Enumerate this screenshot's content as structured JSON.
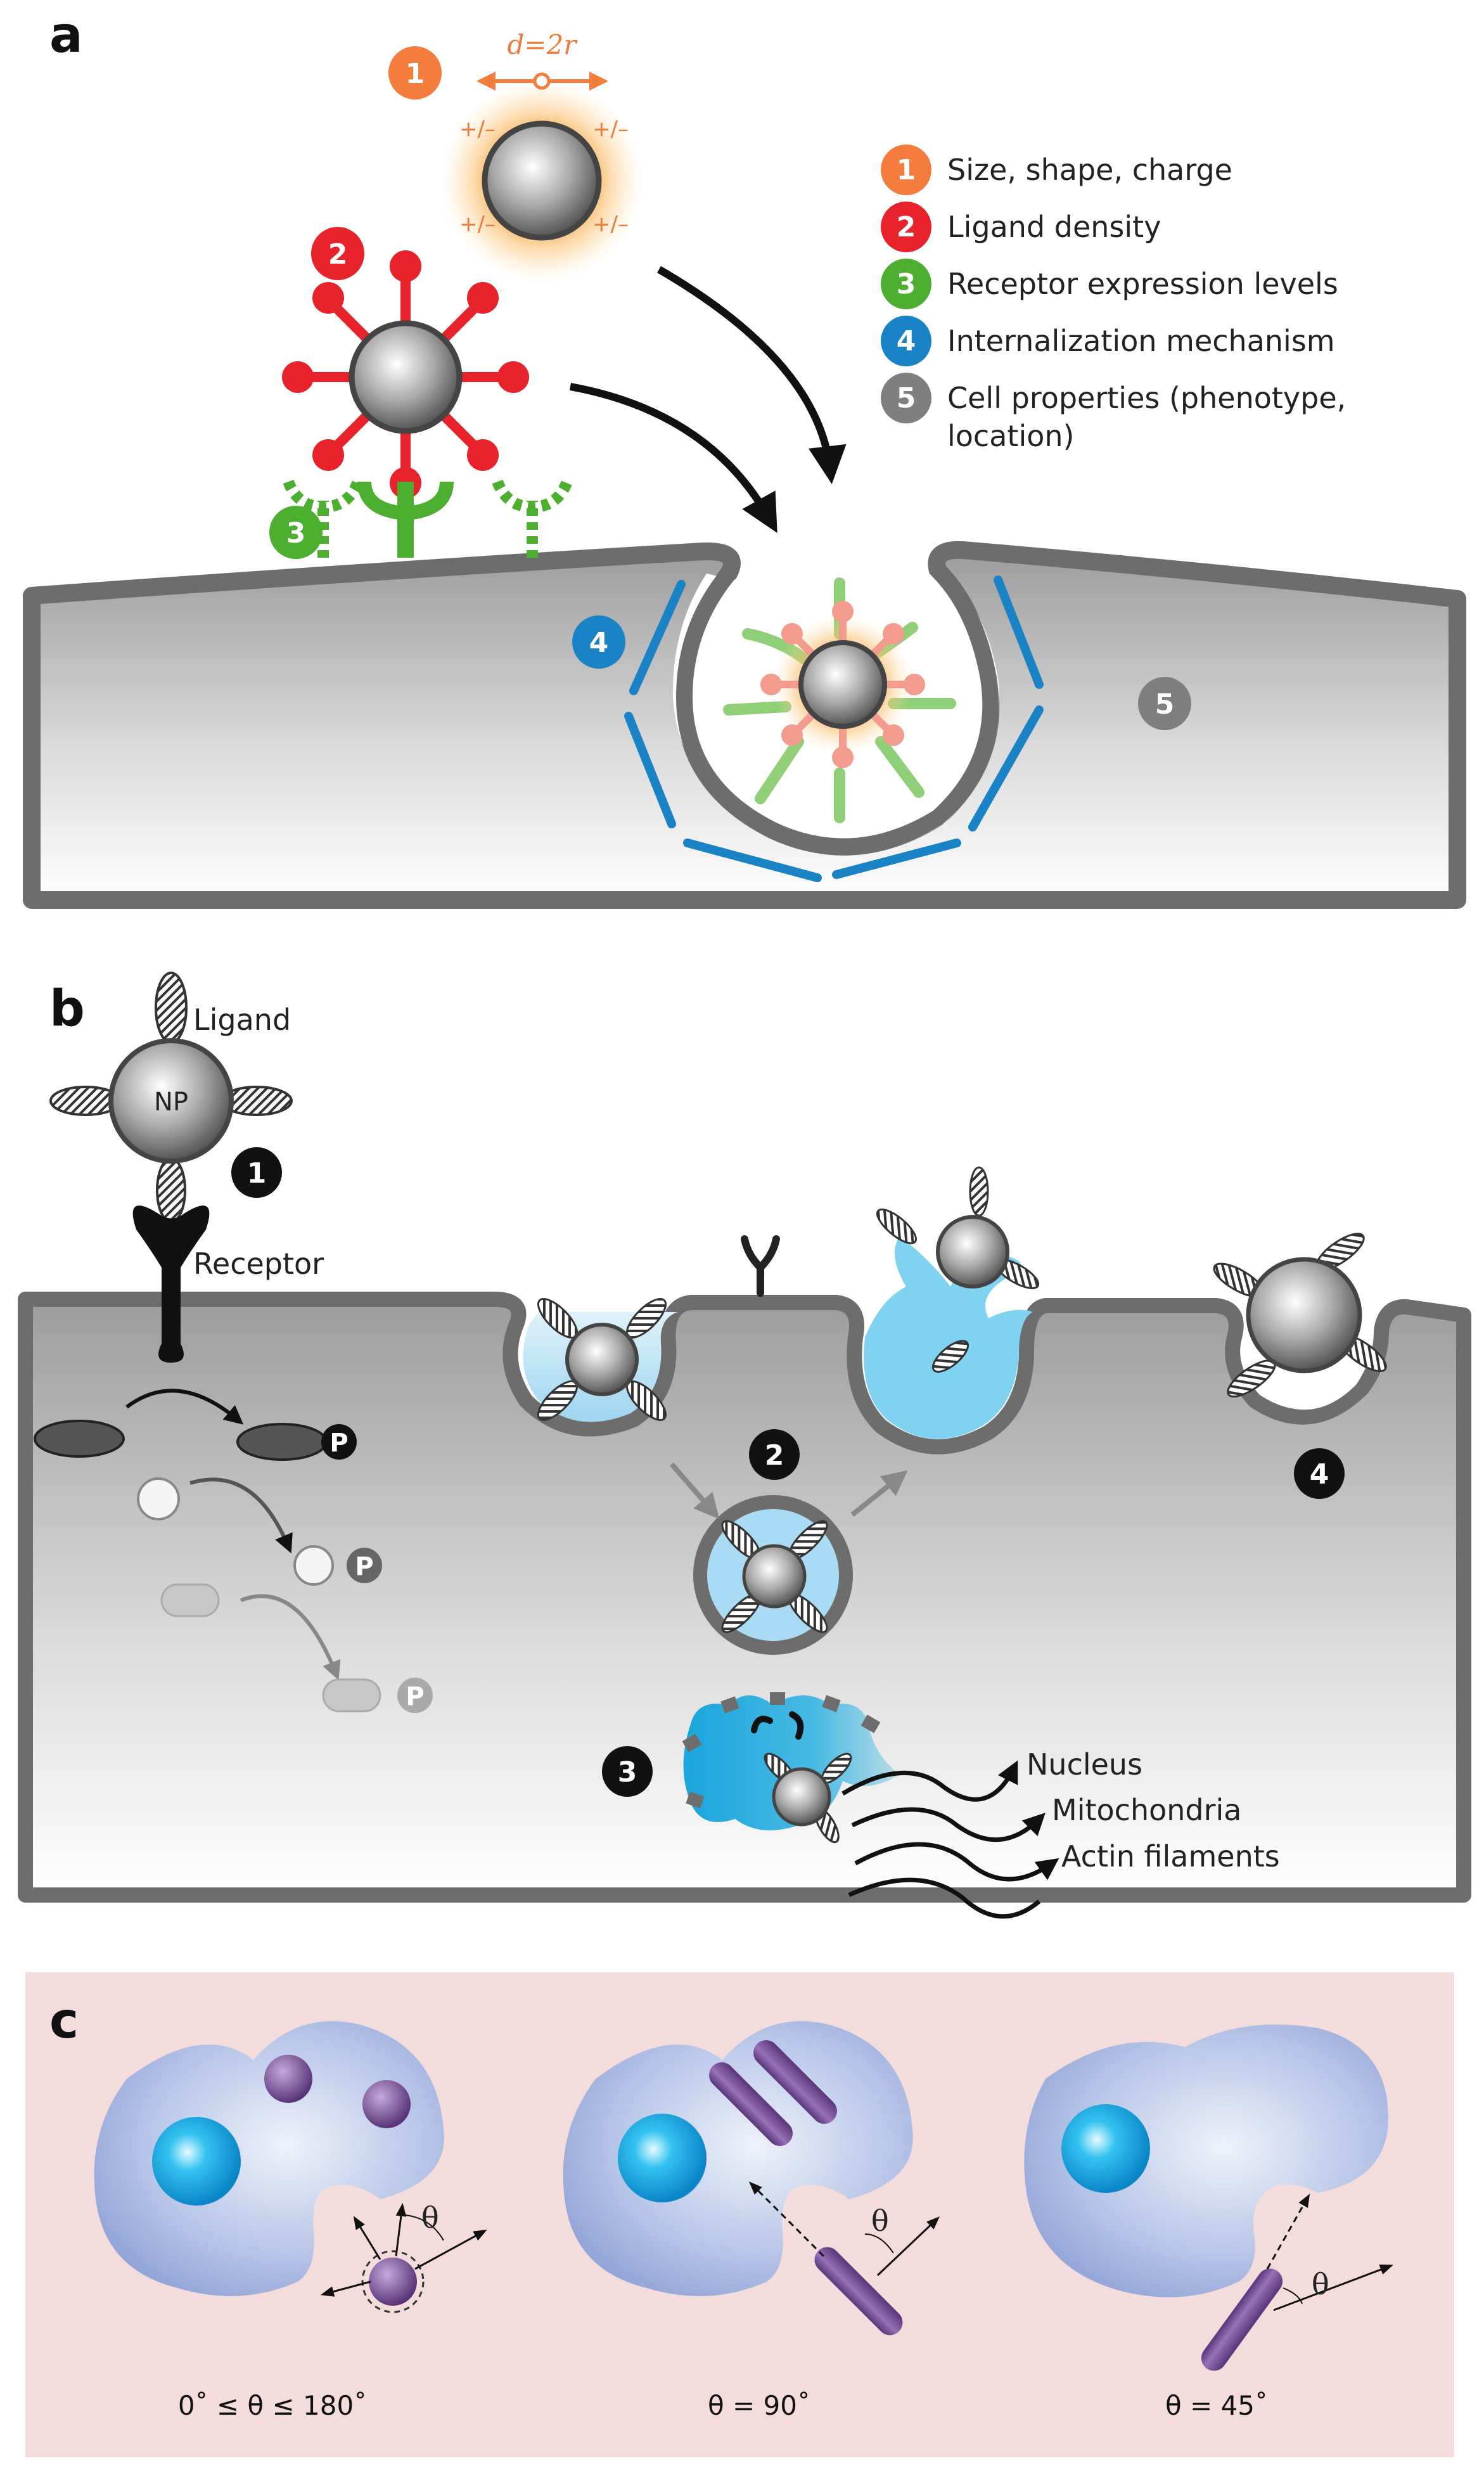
{
  "panels": {
    "a": "a",
    "b": "b",
    "c": "c"
  },
  "panel_a": {
    "size_label": "d=2r",
    "charge_marks": [
      "+/–",
      "+/–",
      "+/–",
      "+/–"
    ],
    "legend": [
      {
        "num": "1",
        "text": "Size, shape, charge",
        "color": "#f47c3c"
      },
      {
        "num": "2",
        "text": "Ligand density",
        "color": "#e8222a"
      },
      {
        "num": "3",
        "text": "Receptor expression levels",
        "color": "#4caf2f"
      },
      {
        "num": "4",
        "text": "Internalization mechanism",
        "color": "#1a83c6"
      },
      {
        "num": "5",
        "text": "Cell properties (phenotype,",
        "color": "#7f7f7f"
      }
    ],
    "legend_line2": "location)",
    "badges": {
      "b1": "1",
      "b2": "2",
      "b3": "3",
      "b4": "4",
      "b5": "5"
    }
  },
  "panel_b": {
    "ligand_label": "Ligand",
    "np_label": "NP",
    "receptor_label": "Receptor",
    "phospho": "P",
    "badges": {
      "b1": "1",
      "b2": "2",
      "b3": "3",
      "b4": "4"
    },
    "targets": [
      "Nucleus",
      "Mitochondria",
      "Actin filaments"
    ]
  },
  "panel_c": {
    "theta": "θ",
    "captions": [
      "0˚ ≤ θ ≤ 180˚",
      "θ = 90˚",
      "θ = 45˚"
    ]
  },
  "colors": {
    "orange": "#f47c3c",
    "red": "#e8222a",
    "green": "#4caf2f",
    "blue": "#1a83c6",
    "grey": "#7f7f7f",
    "cell_bg_c": "#f3dcdc",
    "cyan": "#1aa6dc",
    "purple": "#7a4c9c"
  }
}
